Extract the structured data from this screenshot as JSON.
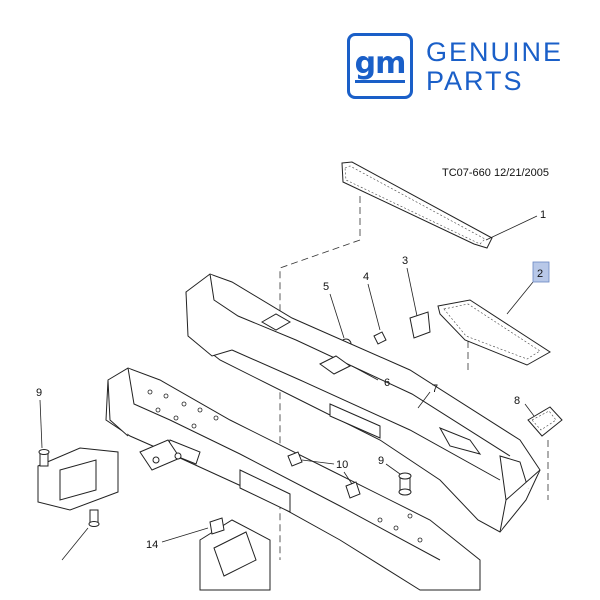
{
  "brand": {
    "logo_text": "gm",
    "line1": "GENUINE",
    "line2": "PARTS",
    "color": "#1a5fc8"
  },
  "diagram": {
    "ref": "TC07-660  12/21/2005",
    "highlight_color": "#b8c8e8",
    "callouts": {
      "c1": "1",
      "c2": "2",
      "c3": "3",
      "c4": "4",
      "c5": "5",
      "c6": "6",
      "c7": "7",
      "c8": "8",
      "c9a": "9",
      "c9b": "9",
      "c10": "10",
      "c14": "14"
    }
  }
}
